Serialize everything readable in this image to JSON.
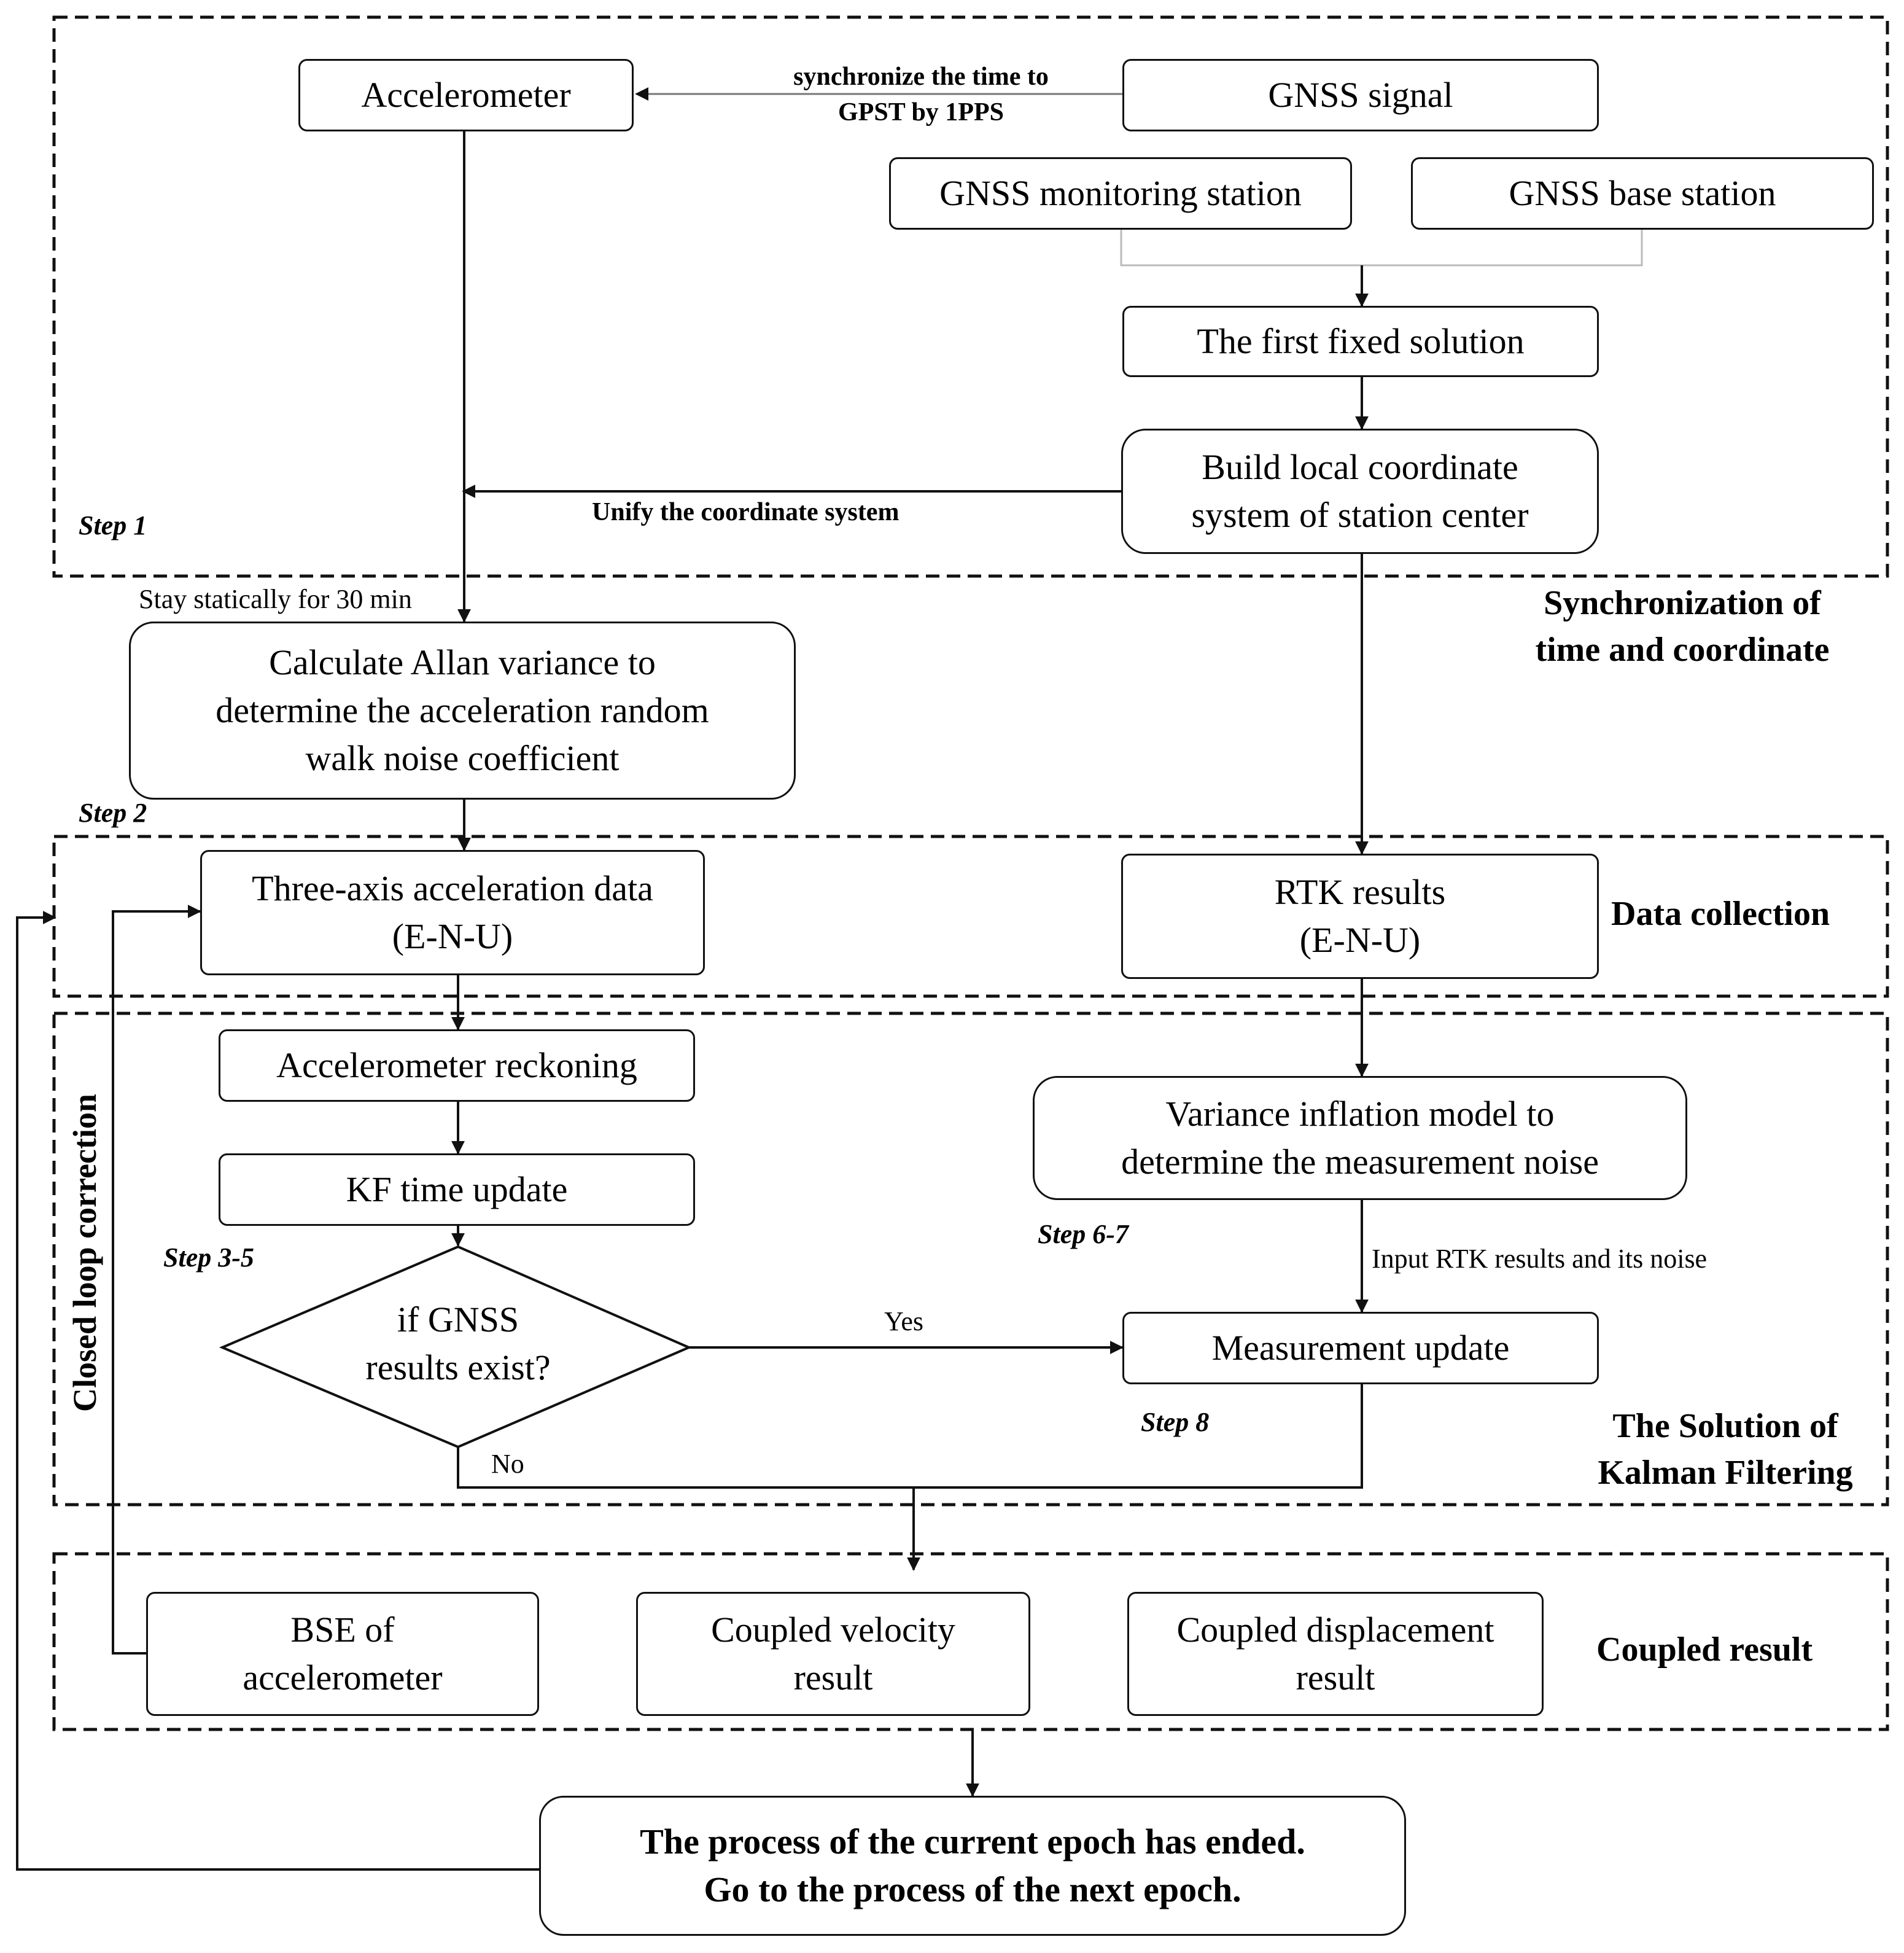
{
  "nodes": {
    "accelerometer": "Accelerometer",
    "gnss_signal": "GNSS signal",
    "gnss_monitoring": "GNSS monitoring station",
    "gnss_base": "GNSS base station",
    "first_fixed": "The first fixed solution",
    "build_local": [
      "Build local coordinate",
      "system of station center"
    ],
    "allan": [
      "Calculate Allan variance to",
      "determine the acceleration random",
      "walk noise coefficient"
    ],
    "three_axis": [
      "Three-axis acceleration data",
      "(E-N-U)"
    ],
    "rtk": [
      "RTK results",
      "(E-N-U)"
    ],
    "acc_reckoning": "Accelerometer reckoning",
    "kf_time": "KF time update",
    "decision": [
      "if GNSS",
      "results exist?"
    ],
    "variance_inflation": [
      "Variance inflation model to",
      "determine the measurement noise"
    ],
    "measurement_update": "Measurement update",
    "bse": [
      "BSE of",
      "accelerometer"
    ],
    "coupled_velocity": [
      "Coupled velocity",
      "result"
    ],
    "coupled_displacement": [
      "Coupled displacement",
      "result"
    ],
    "final": [
      "The process of the current epoch has ended.",
      "Go to the process of the next epoch."
    ]
  },
  "edge_labels": {
    "sync": [
      "synchronize the time to",
      "GPST by 1PPS"
    ],
    "unify": "Unify the coordinate system",
    "stay": "Stay statically for 30 min",
    "yes": "Yes",
    "no": "No",
    "input_rtk": "Input RTK results and its noise",
    "closed_loop": "Closed loop correction"
  },
  "steps": {
    "s1": "Step 1",
    "s2": "Step 2",
    "s35": "Step 3-5",
    "s67": "Step 6-7",
    "s8": "Step 8"
  },
  "sections": {
    "sync": [
      "Synchronization of",
      "time and coordinate"
    ],
    "data": "Data collection",
    "kalman": [
      "The Solution of",
      "Kalman Filtering"
    ],
    "coupled": "Coupled result"
  }
}
